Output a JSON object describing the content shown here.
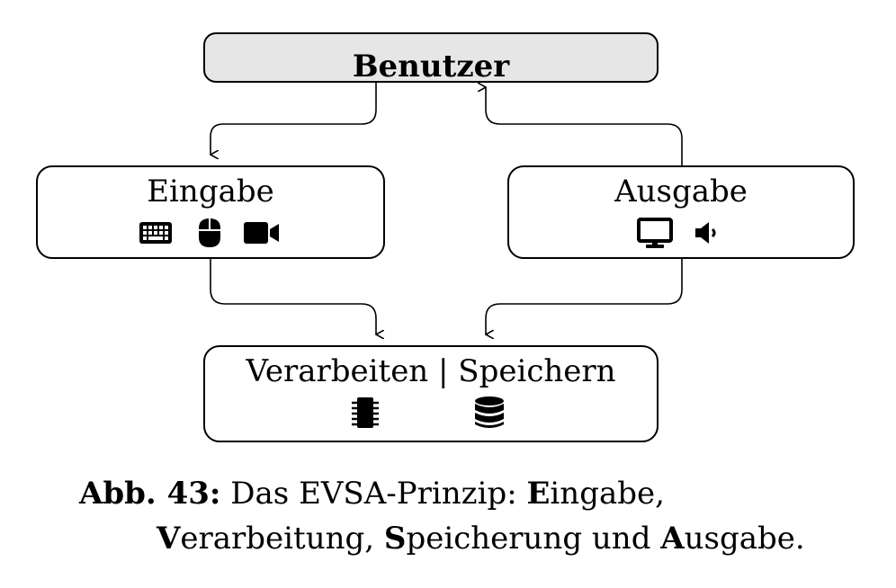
{
  "nodes": {
    "user": {
      "label": "Benutzer"
    },
    "input": {
      "label": "Eingabe",
      "icons": [
        "keyboard-icon",
        "mouse-icon",
        "video-camera-icon"
      ]
    },
    "output": {
      "label": "Ausgabe",
      "icons": [
        "monitor-icon",
        "speaker-icon"
      ]
    },
    "processing": {
      "label": "Verarbeiten | Speichern",
      "icons": [
        "cpu-chip-icon",
        "database-icon"
      ]
    }
  },
  "caption": {
    "prefix": "Abb. 43:",
    "part1": " Das EVSA-Prinzip: ",
    "e_letter": "E",
    "e_rest": "ingabe,",
    "v_letter": "V",
    "v_rest": "erarbeitung, ",
    "s_letter": "S",
    "s_rest": "peicherung und ",
    "a_letter": "A",
    "a_rest": "usgabe."
  },
  "colors": {
    "user_box_fill": "#e6e6e6",
    "stroke": "#000000"
  }
}
